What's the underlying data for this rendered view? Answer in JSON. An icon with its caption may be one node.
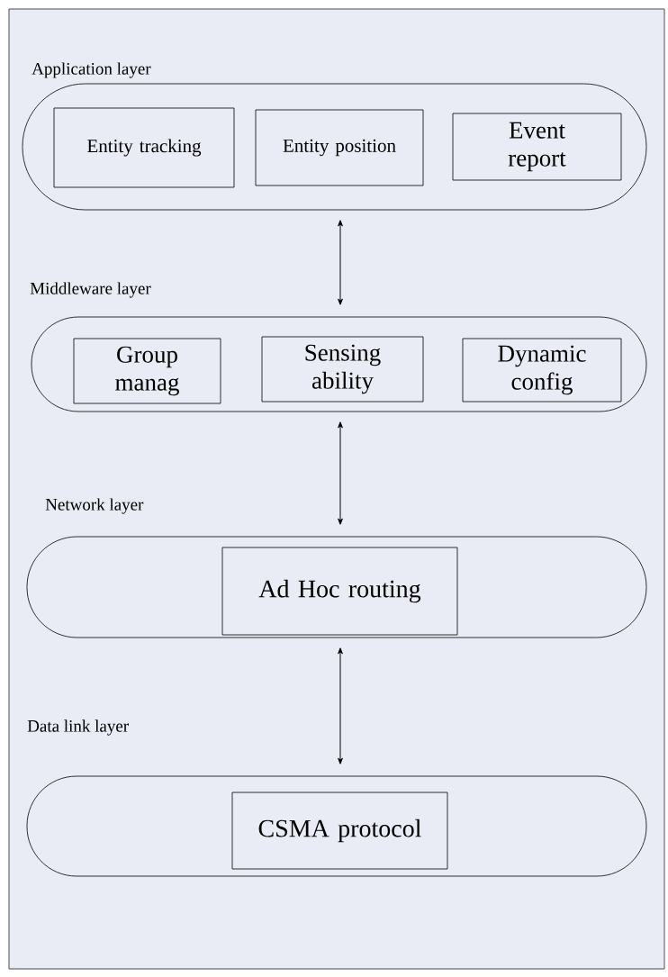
{
  "diagram": {
    "nodes": [
      {
        "text": [
          "Application layer"
        ]
      },
      {
        "text": [
          "Entity tracking"
        ],
        "in": 0
      },
      {
        "text": [
          "Entity position"
        ],
        "in": 0
      },
      {
        "text": [
          "Event report"
        ],
        "in": 0
      },
      {
        "text": [
          "Middleware layer"
        ]
      },
      {
        "text": [
          "Group manag"
        ],
        "in": 4
      },
      {
        "text": [
          "Sensing ability"
        ],
        "in": 4
      },
      {
        "text": [
          "Dynamic config"
        ],
        "in": 4
      },
      {
        "text": [
          "Network layer"
        ]
      },
      {
        "text": [
          "Ad Hoc routing"
        ],
        "in": 8
      },
      {
        "text": [
          "Data link layer"
        ]
      },
      {
        "text": [
          "CSMA protocol"
        ],
        "in": 10
      }
    ],
    "edges": [
      {
        "from": 0,
        "to": 4,
        "arrow": "both"
      },
      {
        "from": 4,
        "to": 8,
        "arrow": "both"
      },
      {
        "from": 8,
        "to": 10,
        "arrow": "both"
      }
    ]
  }
}
